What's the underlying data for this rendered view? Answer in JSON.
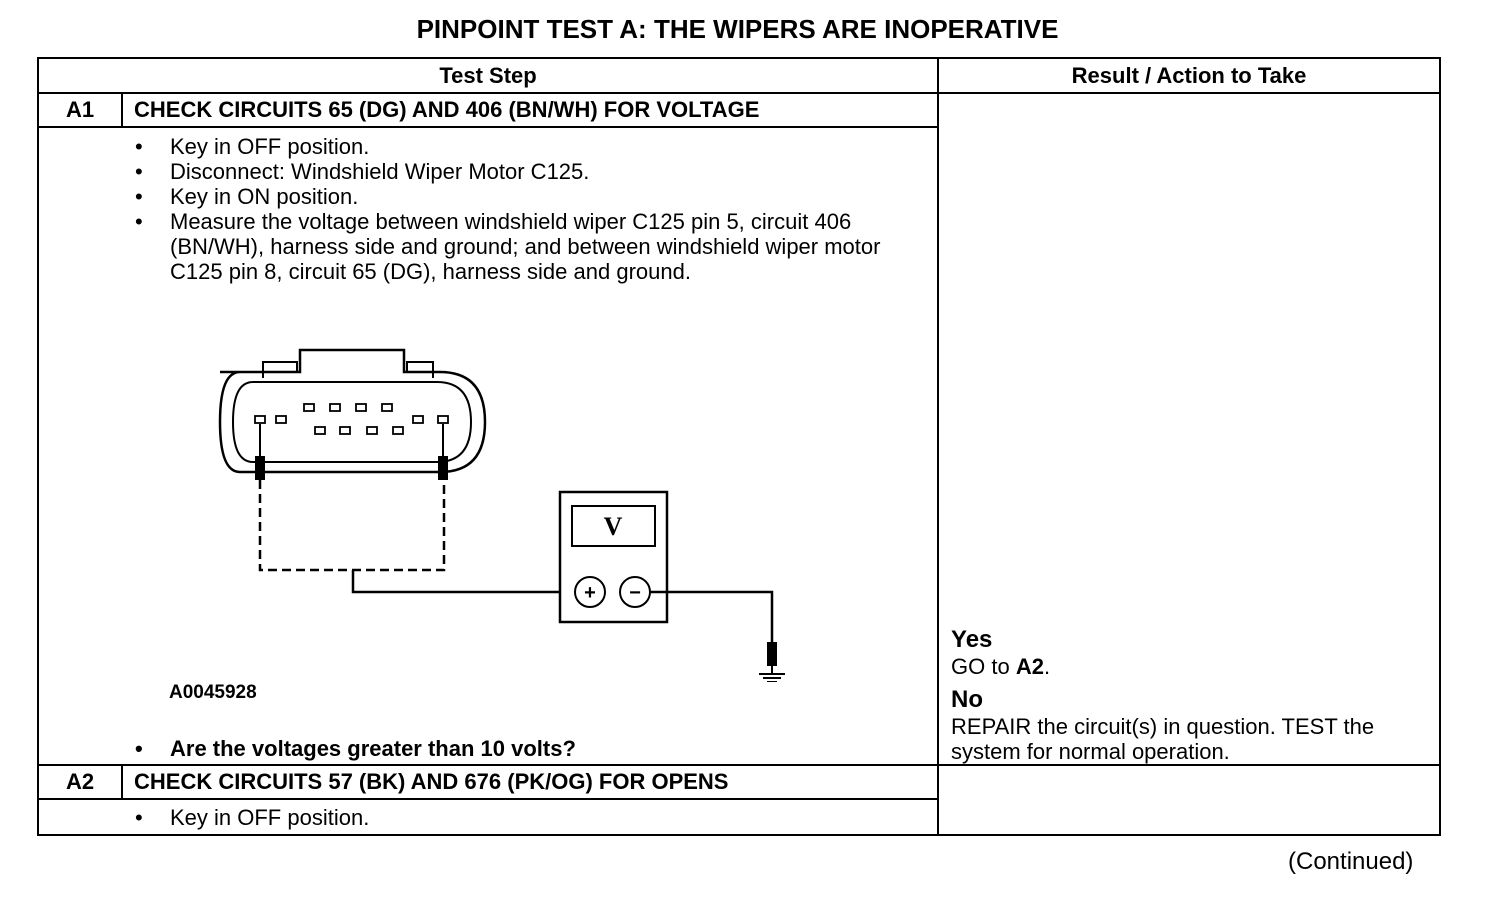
{
  "title": "PINPOINT TEST  A: THE WIPERS ARE INOPERATIVE",
  "table": {
    "col_test_step": "Test Step",
    "col_result": "Result / Action to Take"
  },
  "steps": {
    "a1": {
      "id": "A1",
      "title": "CHECK CIRCUITS 65 (DG) AND 406 (BN/WH) FOR VOLTAGE",
      "bullets": [
        "Key in OFF position.",
        "Disconnect: Windshield Wiper Motor C125.",
        "Key in ON position.",
        "Measure the voltage between windshield wiper C125 pin 5, circuit 406 (BN/WH), harness side and ground; and between windshield wiper motor C125 pin 8, circuit 65 (DG), harness side and ground."
      ],
      "figure_id": "A0045928",
      "meter_label": "V",
      "meter_plus": "+",
      "meter_minus": "−",
      "question": "Are the voltages greater than 10 volts?",
      "yes_label": "Yes",
      "yes_text_pre": "GO to ",
      "yes_text_ref": "A2",
      "yes_text_post": ".",
      "no_label": "No",
      "no_text": "REPAIR the circuit(s) in question. TEST the system for normal operation."
    },
    "a2": {
      "id": "A2",
      "title": "CHECK CIRCUITS 57 (BK) AND 676 (PK/OG) FOR OPENS",
      "bullets": [
        "Key in OFF position."
      ]
    }
  },
  "footer": {
    "continued": "(Continued)"
  }
}
